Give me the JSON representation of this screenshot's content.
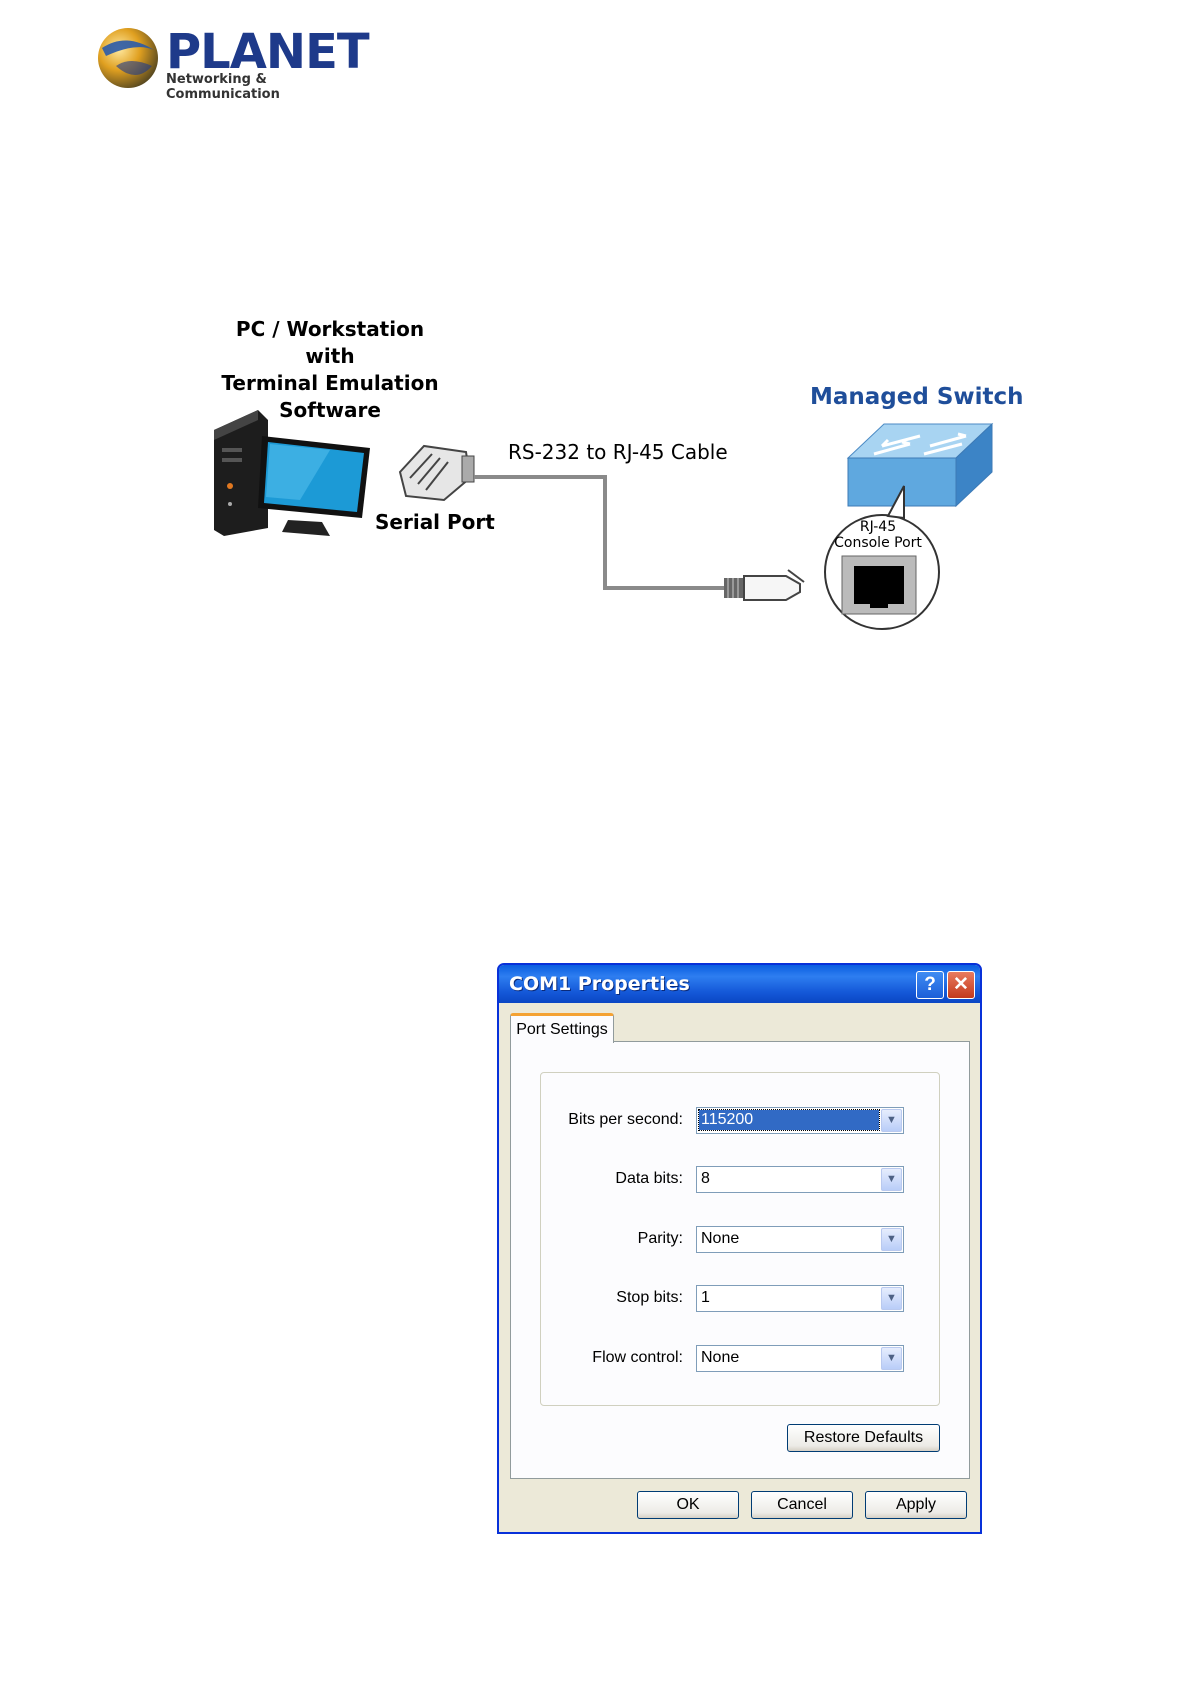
{
  "logo": {
    "brand": "PLANET",
    "tagline": "Networking & Communication"
  },
  "diagram": {
    "pc_title": [
      "PC / Workstation",
      "with",
      "Terminal Emulation Software"
    ],
    "serial_port_label": "Serial Port",
    "cable_label": "RS-232 to RJ-45 Cable",
    "switch_title": "Managed Switch",
    "console_port_label": [
      "RJ-45",
      "Console Port"
    ]
  },
  "dialog": {
    "title": "COM1 Properties",
    "help_glyph": "?",
    "close_glyph": "✕",
    "tab_label": "Port Settings",
    "fields": [
      {
        "label": "Bits per second:",
        "value": "115200"
      },
      {
        "label": "Data bits:",
        "value": "8"
      },
      {
        "label": "Parity:",
        "value": "None"
      },
      {
        "label": "Stop bits:",
        "value": "1"
      },
      {
        "label": "Flow control:",
        "value": "None"
      }
    ],
    "restore_defaults": "Restore Defaults",
    "ok": "OK",
    "cancel": "Cancel",
    "apply": "Apply"
  },
  "colors": {
    "brand_blue": "#1e3a8a",
    "switch_title": "#1f4e9a",
    "xp_title_blue": "#0a5ee0"
  }
}
